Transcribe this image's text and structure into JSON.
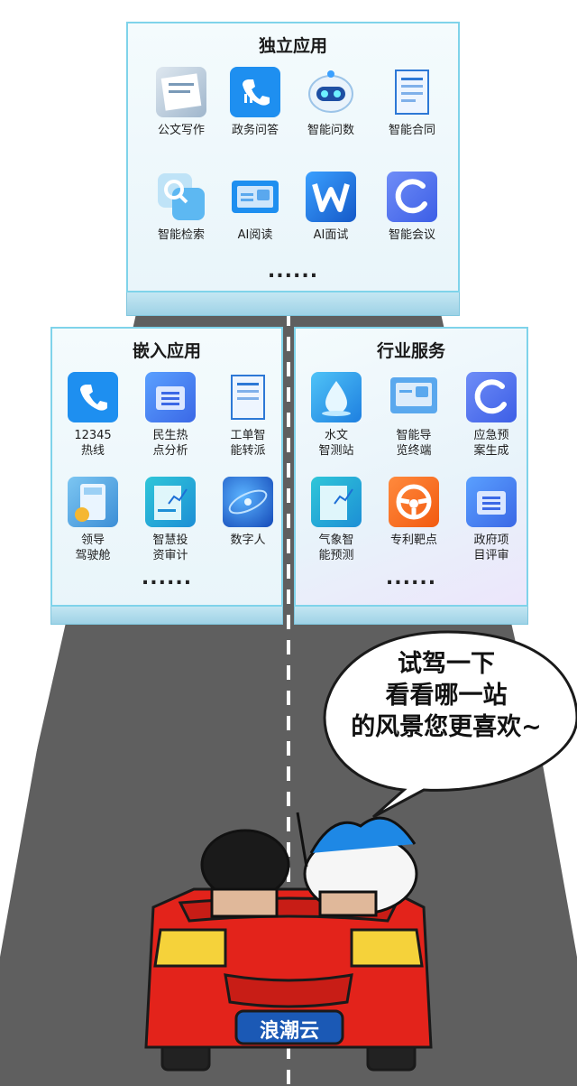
{
  "panels": {
    "independent": {
      "title": "独立应用",
      "apps": [
        {
          "label": "公文写作",
          "icon": "document-photo-icon"
        },
        {
          "label": "政务问答",
          "icon": "phone-icon"
        },
        {
          "label": "智能问数",
          "icon": "robot-icon"
        },
        {
          "label": "智能合同",
          "icon": "contract-icon"
        },
        {
          "label": "智能检索",
          "icon": "search-icon"
        },
        {
          "label": "AI阅读",
          "icon": "ai-reading-icon"
        },
        {
          "label": "AI面试",
          "icon": "w-logo-icon"
        },
        {
          "label": "智能会议",
          "icon": "meeting-ring-icon"
        }
      ],
      "more": "......"
    },
    "embedded": {
      "title": "嵌入应用",
      "apps": [
        {
          "label": "12345\n热线",
          "icon": "phone-icon"
        },
        {
          "label": "民生热\n点分析",
          "icon": "list-card-icon"
        },
        {
          "label": "工单智\n能转派",
          "icon": "contract-icon"
        },
        {
          "label": "领导\n驾驶舱",
          "icon": "calculator-icon"
        },
        {
          "label": "智慧投\n资审计",
          "icon": "chart-doc-icon"
        },
        {
          "label": "数字人",
          "icon": "globe-icon"
        }
      ],
      "more": "......"
    },
    "industry": {
      "title": "行业服务",
      "apps": [
        {
          "label": "水文\n智测站",
          "icon": "water-drop-icon"
        },
        {
          "label": "智能导\n览终端",
          "icon": "ai-reading-icon"
        },
        {
          "label": "应急预\n案生成",
          "icon": "meeting-ring-icon"
        },
        {
          "label": "气象智\n能预测",
          "icon": "chart-doc-icon"
        },
        {
          "label": "专利靶点",
          "icon": "steering-wheel-icon"
        },
        {
          "label": "政府项\n目评审",
          "icon": "list-card-icon"
        }
      ],
      "more": "......"
    }
  },
  "speech_bubble": "试驾一下\n看看哪一站\n的风景您更喜欢~",
  "car": {
    "plate": "浪潮云"
  },
  "colors": {
    "panel_border": "#7fd3ea",
    "car_red": "#e3231b",
    "road": "#5f5f5f",
    "icon_blue": "#1e8ff0"
  }
}
